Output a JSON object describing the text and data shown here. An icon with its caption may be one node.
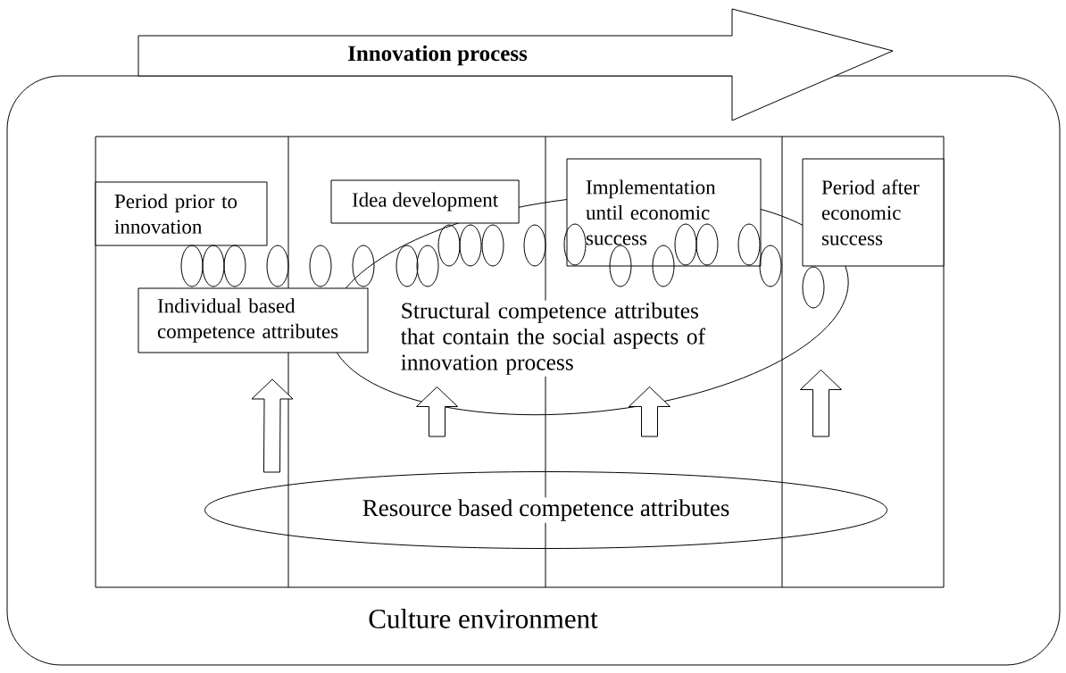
{
  "diagram": {
    "nodes": [
      {
        "text": [
          "Innovation process"
        ]
      },
      {
        "text": [
          "Culture environment"
        ]
      },
      {
        "text": [
          "Period prior to innovation"
        ],
        "in": 1
      },
      {
        "text": [
          "Idea development"
        ],
        "in": 1
      },
      {
        "text": [
          "Implementation until economic success"
        ],
        "in": 1
      },
      {
        "text": [
          "Period after economic success"
        ],
        "in": 1
      },
      {
        "text": [
          "Individual based competence attributes"
        ],
        "in": 1
      },
      {
        "text": [
          "Structural competence attributes that contain the social aspects of innovation process"
        ],
        "in": 1
      },
      {
        "text": [
          "Resource based competence attributes"
        ],
        "in": 1
      }
    ],
    "edges": [
      {
        "from": 8,
        "to": 6,
        "arrow": "to"
      },
      {
        "from": 8,
        "to": 7,
        "arrow": "to"
      },
      {
        "from": 8,
        "to": 7,
        "arrow": "to"
      },
      {
        "from": 8,
        "to": 7,
        "arrow": "to"
      }
    ]
  }
}
